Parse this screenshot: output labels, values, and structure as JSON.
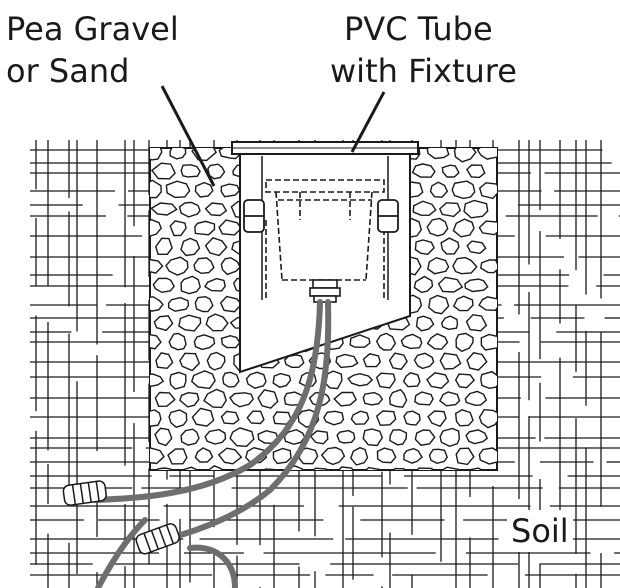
{
  "labels": {
    "gravel_line1": "Pea Gravel",
    "gravel_line2": "or Sand",
    "tube_line1": "PVC Tube",
    "tube_line2": "with Fixture",
    "soil": "Soil"
  },
  "colors": {
    "ink": "#1a1a1a",
    "cable": "#6e6e6e",
    "background": "#ffffff"
  }
}
